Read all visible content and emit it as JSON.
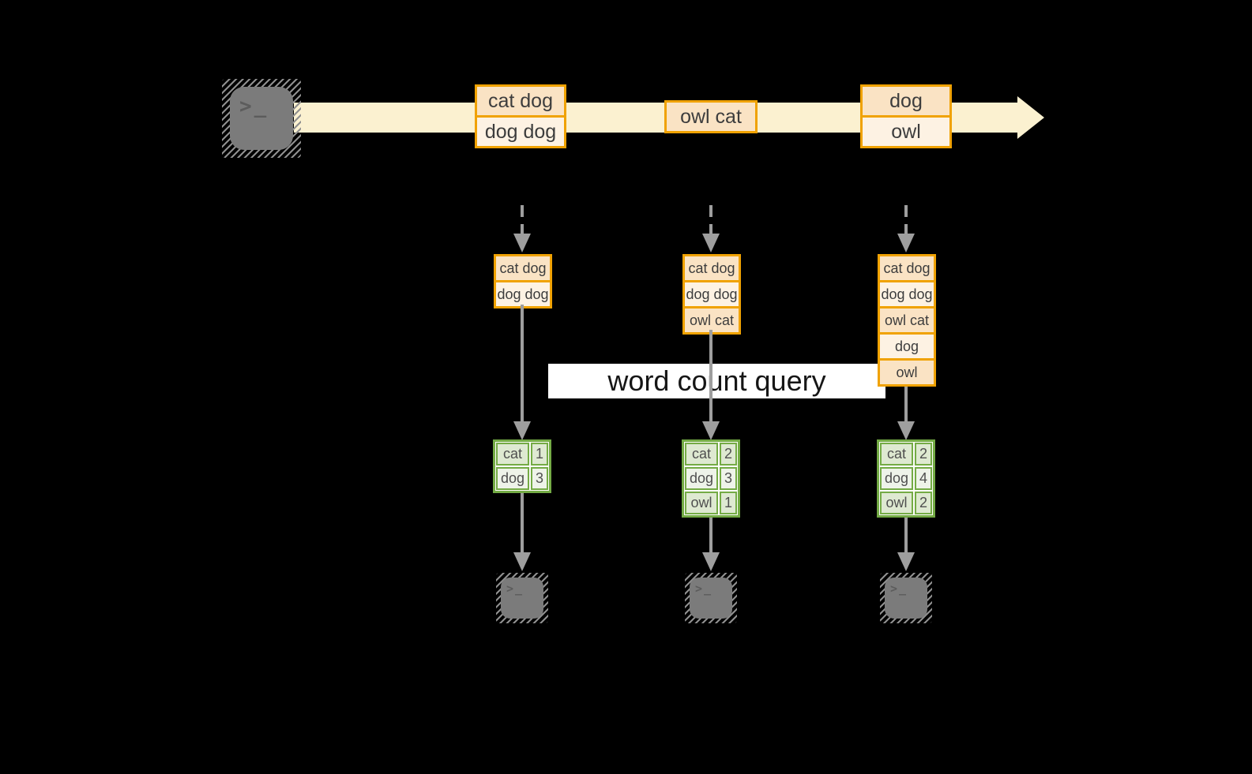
{
  "diagram": {
    "query_banner": "word count query",
    "terminal_glyph": ">_",
    "colors": {
      "accent_orange": "#F0A202",
      "peach_dark": "#FAE3C4",
      "peach_light": "#FDF2E3",
      "stream_band": "#FBF1D0",
      "green_border": "#74AB45",
      "green_row_dark": "#DEE9D1",
      "green_row_light": "#EEF3E9",
      "arrow_gray": "#9E9E9E",
      "terminal_gray": "#7B7B7B",
      "banner_bg": "#FFFFFF",
      "background": "#000000"
    }
  },
  "stream": {
    "batches": [
      {
        "cells": [
          "cat dog",
          "dog dog"
        ]
      },
      {
        "cells": [
          "owl cat"
        ]
      },
      {
        "cells": [
          "dog",
          "owl"
        ]
      }
    ]
  },
  "pipelines": [
    {
      "micro_batch": [
        "cat dog",
        "dog dog"
      ],
      "counts": [
        {
          "word": "cat",
          "count": "1"
        },
        {
          "word": "dog",
          "count": "3"
        }
      ]
    },
    {
      "micro_batch": [
        "cat dog",
        "dog dog",
        "owl cat"
      ],
      "counts": [
        {
          "word": "cat",
          "count": "2"
        },
        {
          "word": "dog",
          "count": "3"
        },
        {
          "word": "owl",
          "count": "1"
        }
      ]
    },
    {
      "micro_batch": [
        "cat dog",
        "dog dog",
        "owl cat",
        "dog",
        "owl"
      ],
      "counts": [
        {
          "word": "cat",
          "count": "2"
        },
        {
          "word": "dog",
          "count": "4"
        },
        {
          "word": "owl",
          "count": "2"
        }
      ]
    }
  ]
}
